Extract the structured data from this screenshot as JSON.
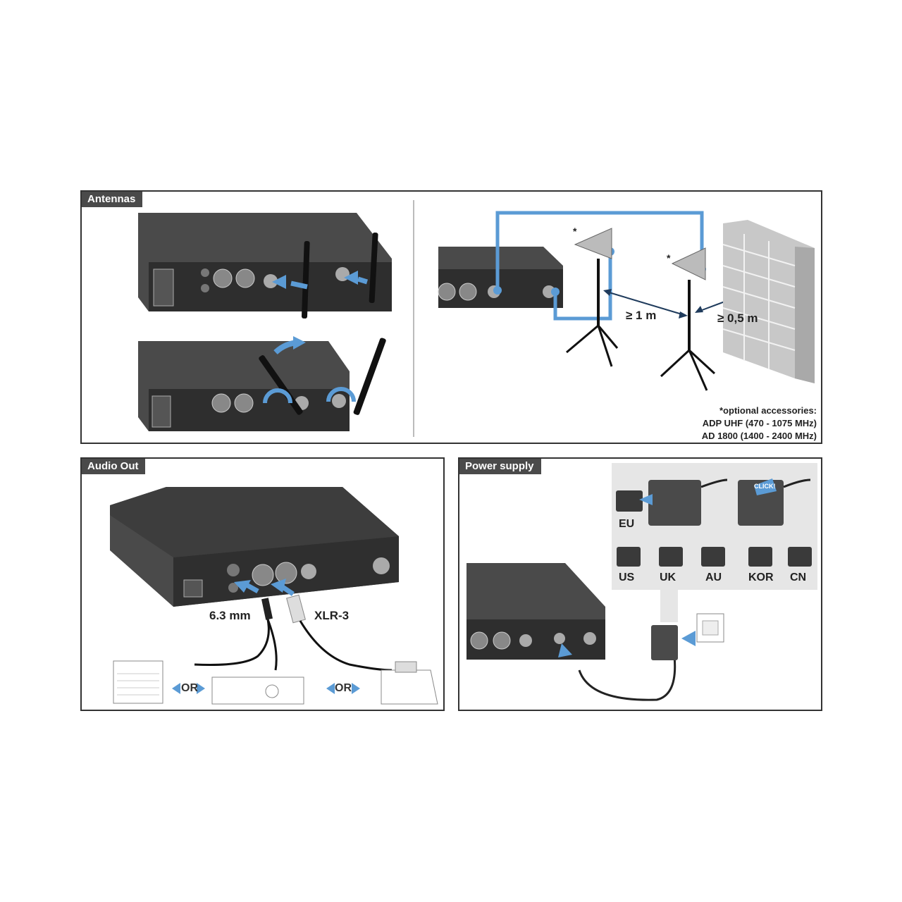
{
  "antennas": {
    "title": "Antennas",
    "distance_1": "≥ 1 m",
    "distance_2": "≥ 0,5 m",
    "asterisk": "*",
    "note_line1": "*optional accessories:",
    "note_line2": "ADP UHF (470 - 1075 MHz)",
    "note_line3": "AD 1800 (1400 - 2400 MHz)"
  },
  "audio_out": {
    "title": "Audio Out",
    "jack_label": "6.3 mm",
    "xlr_label": "XLR-3",
    "or_1": "OR",
    "or_2": "OR"
  },
  "power": {
    "title": "Power supply",
    "click_badge": "CLICK!",
    "plugs": [
      "EU",
      "US",
      "UK",
      "AU",
      "KOR",
      "CN"
    ]
  },
  "colors": {
    "accent_blue": "#5b9bd5",
    "device_gray": "#3f3f3f",
    "panel_border": "#333333"
  }
}
